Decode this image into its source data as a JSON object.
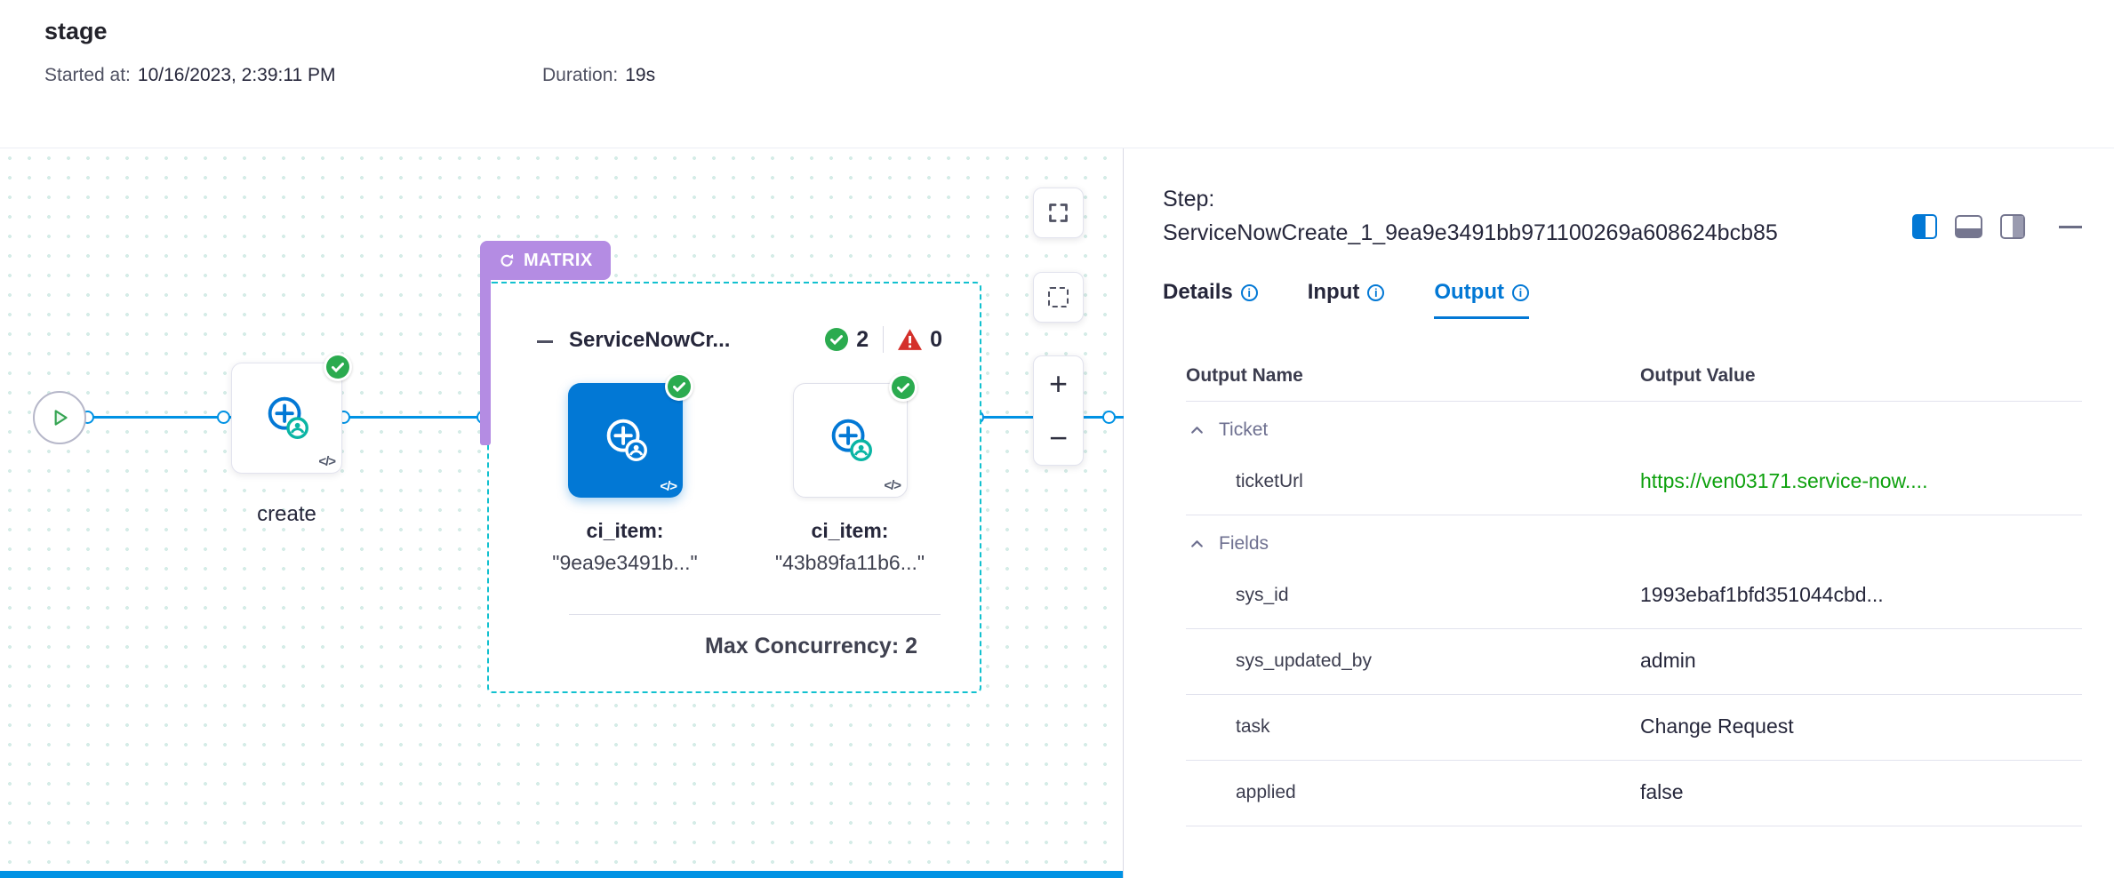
{
  "colors": {
    "accent_blue": "#0278d5",
    "edge_blue": "#0092e4",
    "success_green": "#2bab4f",
    "error_red": "#d4302b",
    "matrix_purple": "#b48ce3",
    "link_green": "#0ea10e",
    "dashed_teal": "#12c1cf"
  },
  "header": {
    "title": "stage",
    "started_label": "Started at:",
    "started_value": "10/16/2023, 2:39:11 PM",
    "duration_label": "Duration:",
    "duration_value": "19s"
  },
  "canvas": {
    "create_step": {
      "label": "create"
    },
    "matrix": {
      "badge": "MATRIX",
      "title": "ServiceNowCr...",
      "success_count": "2",
      "failed_count": "0",
      "steps": [
        {
          "label": "ci_item:",
          "value": "\"9ea9e3491b...\""
        },
        {
          "label": "ci_item:",
          "value": "\"43b89fa11b6...\""
        }
      ],
      "footer": "Max Concurrency: 2"
    },
    "zoom_in": "+",
    "zoom_out": "−"
  },
  "panel": {
    "step_label": "Step:",
    "step_name": "ServiceNowCreate_1_9ea9e3491bb971100269a608624bcb85",
    "tabs": [
      {
        "label": "Details"
      },
      {
        "label": "Input"
      },
      {
        "label": "Output"
      }
    ],
    "output_table": {
      "columns": [
        "Output Name",
        "Output Value"
      ],
      "groups": [
        {
          "name": "Ticket",
          "rows": [
            {
              "name": "ticketUrl",
              "value": "https://ven03171.service-now...."
            }
          ]
        },
        {
          "name": "Fields",
          "rows": [
            {
              "name": "sys_id",
              "value": "1993ebaf1bfd351044cbd..."
            },
            {
              "name": "sys_updated_by",
              "value": "admin"
            },
            {
              "name": "task",
              "value": "Change Request"
            },
            {
              "name": "applied",
              "value": "false"
            }
          ]
        }
      ]
    }
  },
  "icons": {
    "code": "</>",
    "info": "i"
  }
}
